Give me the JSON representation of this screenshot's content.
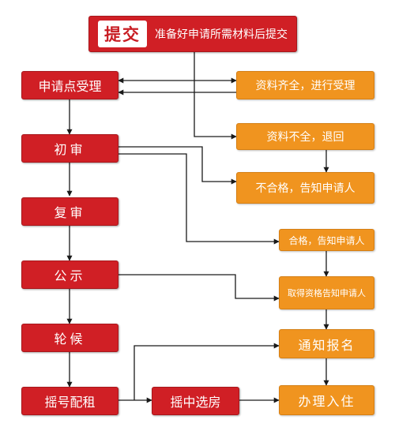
{
  "submit": {
    "tag": "提交",
    "text": "准备好申请所需材料后提交"
  },
  "left": {
    "accept": "申请点受理",
    "initial": "初审",
    "review": "复审",
    "publicity": "公示",
    "waiting": "轮候",
    "lottery": "摇号配租"
  },
  "middle": {
    "selected": "摇中选房"
  },
  "right": {
    "complete": "资料齐全，进行受理",
    "incomplete": "资料不全，退回",
    "unqualified": "不合格，告知申请人",
    "qualified": "合格，告知申请人",
    "obtained": "取得资格告知申请人",
    "notify": "通知报名",
    "checkin": "办理入住"
  },
  "colors": {
    "red": "#d01f25",
    "orange": "#f0941f",
    "line": "#1a1a1a"
  }
}
